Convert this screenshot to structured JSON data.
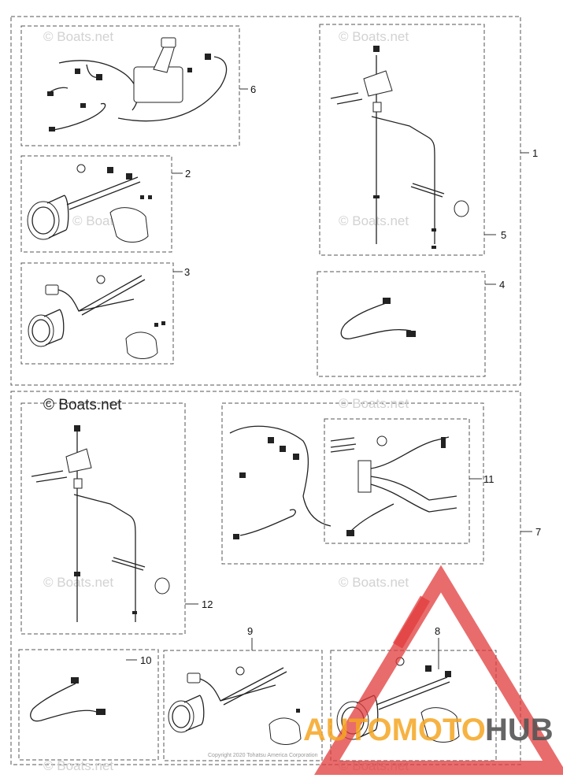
{
  "watermark": "© Boats.net",
  "copyright": "Copyright 2020 Tohatsu America Corporation",
  "logo": {
    "text_a": "AUTOMOTO",
    "text_b": "HUB",
    "color_a": "#f5a623",
    "color_b": "#555555",
    "triangle_color": "#e23b3b"
  },
  "callouts": [
    "1",
    "2",
    "3",
    "4",
    "5",
    "6",
    "7",
    "8",
    "9",
    "10",
    "11",
    "12"
  ]
}
